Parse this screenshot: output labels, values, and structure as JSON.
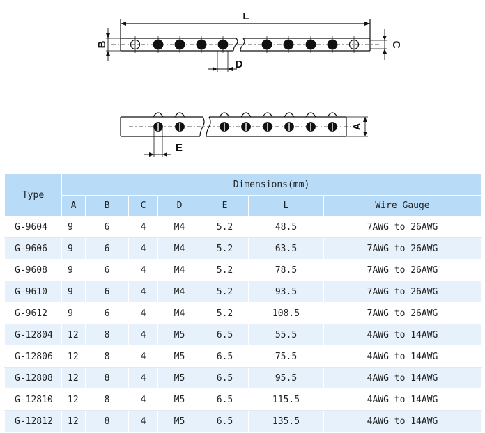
{
  "drawing": {
    "labels": {
      "L": "L",
      "B": "B",
      "C": "C",
      "D": "D",
      "A": "A",
      "E": "E"
    }
  },
  "table": {
    "header": {
      "type": "Type",
      "dimensions": "Dimensions(mm)",
      "columns": [
        "A",
        "B",
        "C",
        "D",
        "E",
        "L",
        "Wire Gauge"
      ]
    },
    "rows": [
      [
        "G-9604",
        "9",
        "6",
        "4",
        "M4",
        "5.2",
        "48.5",
        "7AWG to 26AWG"
      ],
      [
        "G-9606",
        "9",
        "6",
        "4",
        "M4",
        "5.2",
        "63.5",
        "7AWG to 26AWG"
      ],
      [
        "G-9608",
        "9",
        "6",
        "4",
        "M4",
        "5.2",
        "78.5",
        "7AWG to 26AWG"
      ],
      [
        "G-9610",
        "9",
        "6",
        "4",
        "M4",
        "5.2",
        "93.5",
        "7AWG to 26AWG"
      ],
      [
        "G-9612",
        "9",
        "6",
        "4",
        "M4",
        "5.2",
        "108.5",
        "7AWG to 26AWG"
      ],
      [
        "G-12804",
        "12",
        "8",
        "4",
        "M5",
        "6.5",
        "55.5",
        "4AWG to 14AWG"
      ],
      [
        "G-12806",
        "12",
        "8",
        "4",
        "M5",
        "6.5",
        "75.5",
        "4AWG to 14AWG"
      ],
      [
        "G-12808",
        "12",
        "8",
        "4",
        "M5",
        "6.5",
        "95.5",
        "4AWG to 14AWG"
      ],
      [
        "G-12810",
        "12",
        "8",
        "4",
        "M5",
        "6.5",
        "115.5",
        "4AWG to 14AWG"
      ],
      [
        "G-12812",
        "12",
        "8",
        "4",
        "M5",
        "6.5",
        "135.5",
        "4AWG to 14AWG"
      ]
    ]
  }
}
